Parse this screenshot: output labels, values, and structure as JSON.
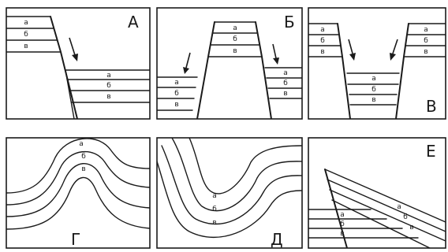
{
  "layer_labels": {
    "a": "а",
    "b": "б",
    "v": "в"
  },
  "panels": [
    {
      "id": "A",
      "letter": "А"
    },
    {
      "id": "B",
      "letter": "Б"
    },
    {
      "id": "V",
      "letter": "В"
    },
    {
      "id": "G",
      "letter": "Г"
    },
    {
      "id": "D",
      "letter": "Д"
    },
    {
      "id": "E",
      "letter": "Е"
    }
  ]
}
